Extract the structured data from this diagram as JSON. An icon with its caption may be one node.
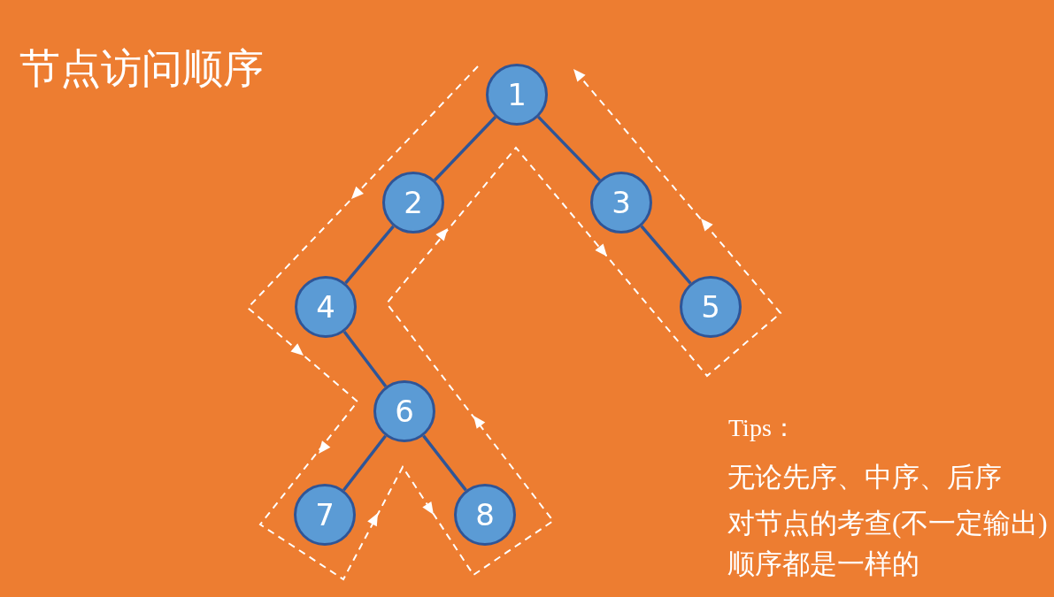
{
  "diagram": {
    "title": "节点访问顺序",
    "nodes": [
      {
        "text": [
          "1"
        ]
      },
      {
        "text": [
          "2"
        ]
      },
      {
        "text": [
          "3"
        ]
      },
      {
        "text": [
          "4"
        ]
      },
      {
        "text": [
          "5"
        ]
      },
      {
        "text": [
          "6"
        ]
      },
      {
        "text": [
          "7"
        ]
      },
      {
        "text": [
          "8"
        ]
      }
    ],
    "edges": [
      {
        "from": 0,
        "to": 1,
        "arrow": "none"
      },
      {
        "from": 0,
        "to": 2,
        "arrow": "none"
      },
      {
        "from": 1,
        "to": 3,
        "arrow": "none"
      },
      {
        "from": 2,
        "to": 4,
        "arrow": "none"
      },
      {
        "from": 3,
        "to": 5,
        "arrow": "none"
      },
      {
        "from": 5,
        "to": 6,
        "arrow": "none"
      },
      {
        "from": 5,
        "to": 7,
        "arrow": "none"
      }
    ],
    "labels": [
      "Tips：",
      "无论先序、中序、后序",
      "对节点的考查(不一定输出)顺序都是一样的"
    ]
  }
}
